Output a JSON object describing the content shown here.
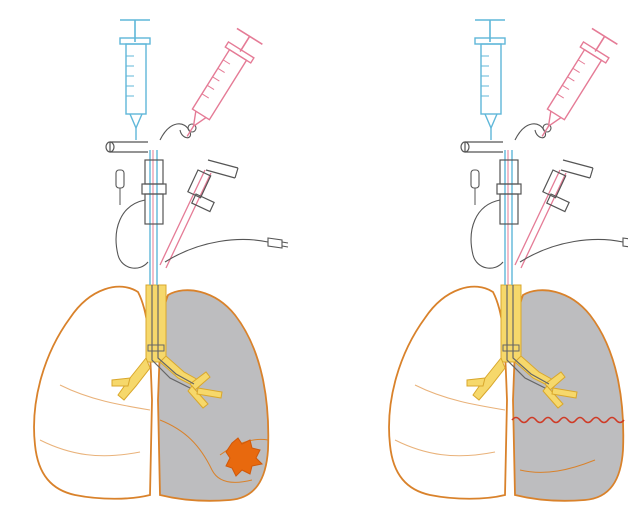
{
  "figure": {
    "panels": [
      {
        "id": "left",
        "finding": "tumor-mass",
        "lung_outline_color": "#d9822b",
        "collapsed_lung_fill": "#bdbdbf",
        "lesion_color": "#e8690e",
        "airway_color": "#f6d86b"
      },
      {
        "id": "right",
        "finding": "fissure-line",
        "lung_outline_color": "#d9822b",
        "collapsed_lung_fill": "#bdbdbf",
        "lesion_color": "#cf3a25",
        "airway_color": "#f6d86b"
      }
    ],
    "syringe_colors": {
      "blue": "#5fb7d9",
      "pink": "#e57b96"
    },
    "tube_color": "#555555",
    "icons": [
      "blue-syringe-icon",
      "pink-syringe-icon",
      "double-lumen-tube-icon",
      "bronchus-icon",
      "lung-icon"
    ]
  }
}
